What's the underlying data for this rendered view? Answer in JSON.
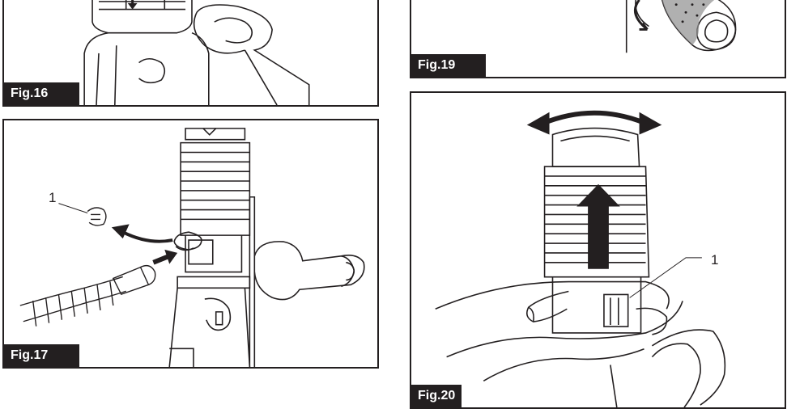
{
  "figures": {
    "fig16": {
      "label": "Fig.16"
    },
    "fig17": {
      "label": "Fig.17",
      "callout": "1"
    },
    "fig19": {
      "label": "Fig.19"
    },
    "fig20": {
      "label": "Fig.20",
      "callout": "1"
    }
  },
  "colors": {
    "ink": "#231f20",
    "paper": "#ffffff",
    "shade": "#9a9a9a"
  },
  "icons": [
    "rotation-arrow-icon",
    "push-arrow-icon",
    "up-arrow-icon"
  ]
}
